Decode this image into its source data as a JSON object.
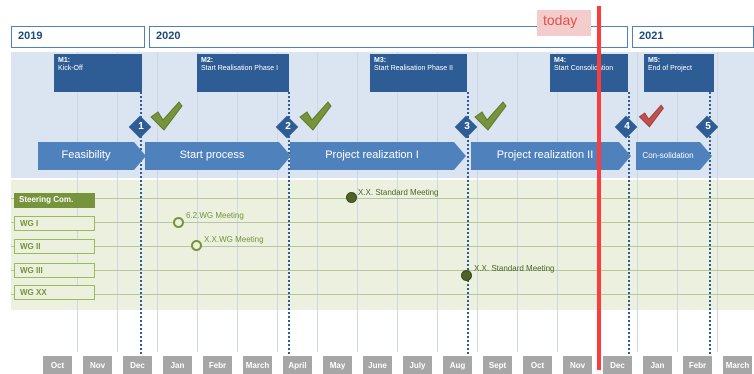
{
  "years": [
    {
      "label": "2019"
    },
    {
      "label": "2020"
    },
    {
      "label": "2021"
    }
  ],
  "today_label": "today",
  "milestones": [
    {
      "code": "M1:",
      "text": "Kick-Off",
      "number": "1"
    },
    {
      "code": "M2:",
      "text": "Start Realisation Phase I",
      "number": "2"
    },
    {
      "code": "M3:",
      "text": "Start Realisation Phase II",
      "number": "3"
    },
    {
      "code": "M4:",
      "text": "Start Consolidation",
      "number": "4"
    },
    {
      "code": "M5:",
      "text": "End of Project",
      "number": "5"
    }
  ],
  "phases": [
    {
      "label": "Feasibility"
    },
    {
      "label": "Start process"
    },
    {
      "label": "Project realization I"
    },
    {
      "label": "Project realization II"
    },
    {
      "label": "Con-solidation"
    }
  ],
  "checkmarks": [
    {
      "status": "done",
      "color": "#77933c"
    },
    {
      "status": "done",
      "color": "#77933c"
    },
    {
      "status": "done",
      "color": "#77933c"
    },
    {
      "status": "not-done",
      "color": "#c0504d"
    }
  ],
  "groups": [
    {
      "label": "Steering Com."
    },
    {
      "label": "WG I"
    },
    {
      "label": "WG  II"
    },
    {
      "label": "WG  III"
    },
    {
      "label": "WG XX"
    }
  ],
  "events": [
    {
      "label": "X.X. Standard Meeting",
      "group": "Steering Com.",
      "month": "May 2020"
    },
    {
      "label": "6.2.WG Meeting",
      "group": "WG I",
      "month": "Jan 2020"
    },
    {
      "label": "X.X.WG Meeting",
      "group": "WG  II",
      "month": "Febr 2020"
    },
    {
      "label": "X.X. Standard Meeting",
      "group": "WG  III",
      "month": "Aug 2020"
    }
  ],
  "months": [
    "Oct",
    "Nov",
    "Dec",
    "Jan",
    "Febr",
    "March",
    "April",
    "May",
    "June",
    "July",
    "Aug",
    "Sept",
    "Oct",
    "Nov",
    "Dec",
    "Jan",
    "Febr",
    "March"
  ],
  "colors": {
    "accent": "#4f81bd",
    "dark_blue": "#2e5c94",
    "today_red": "#ff3b3b",
    "group_green": "#77933c",
    "lower_band": "#ebf1de",
    "upper_band": "#dbe5f1"
  }
}
